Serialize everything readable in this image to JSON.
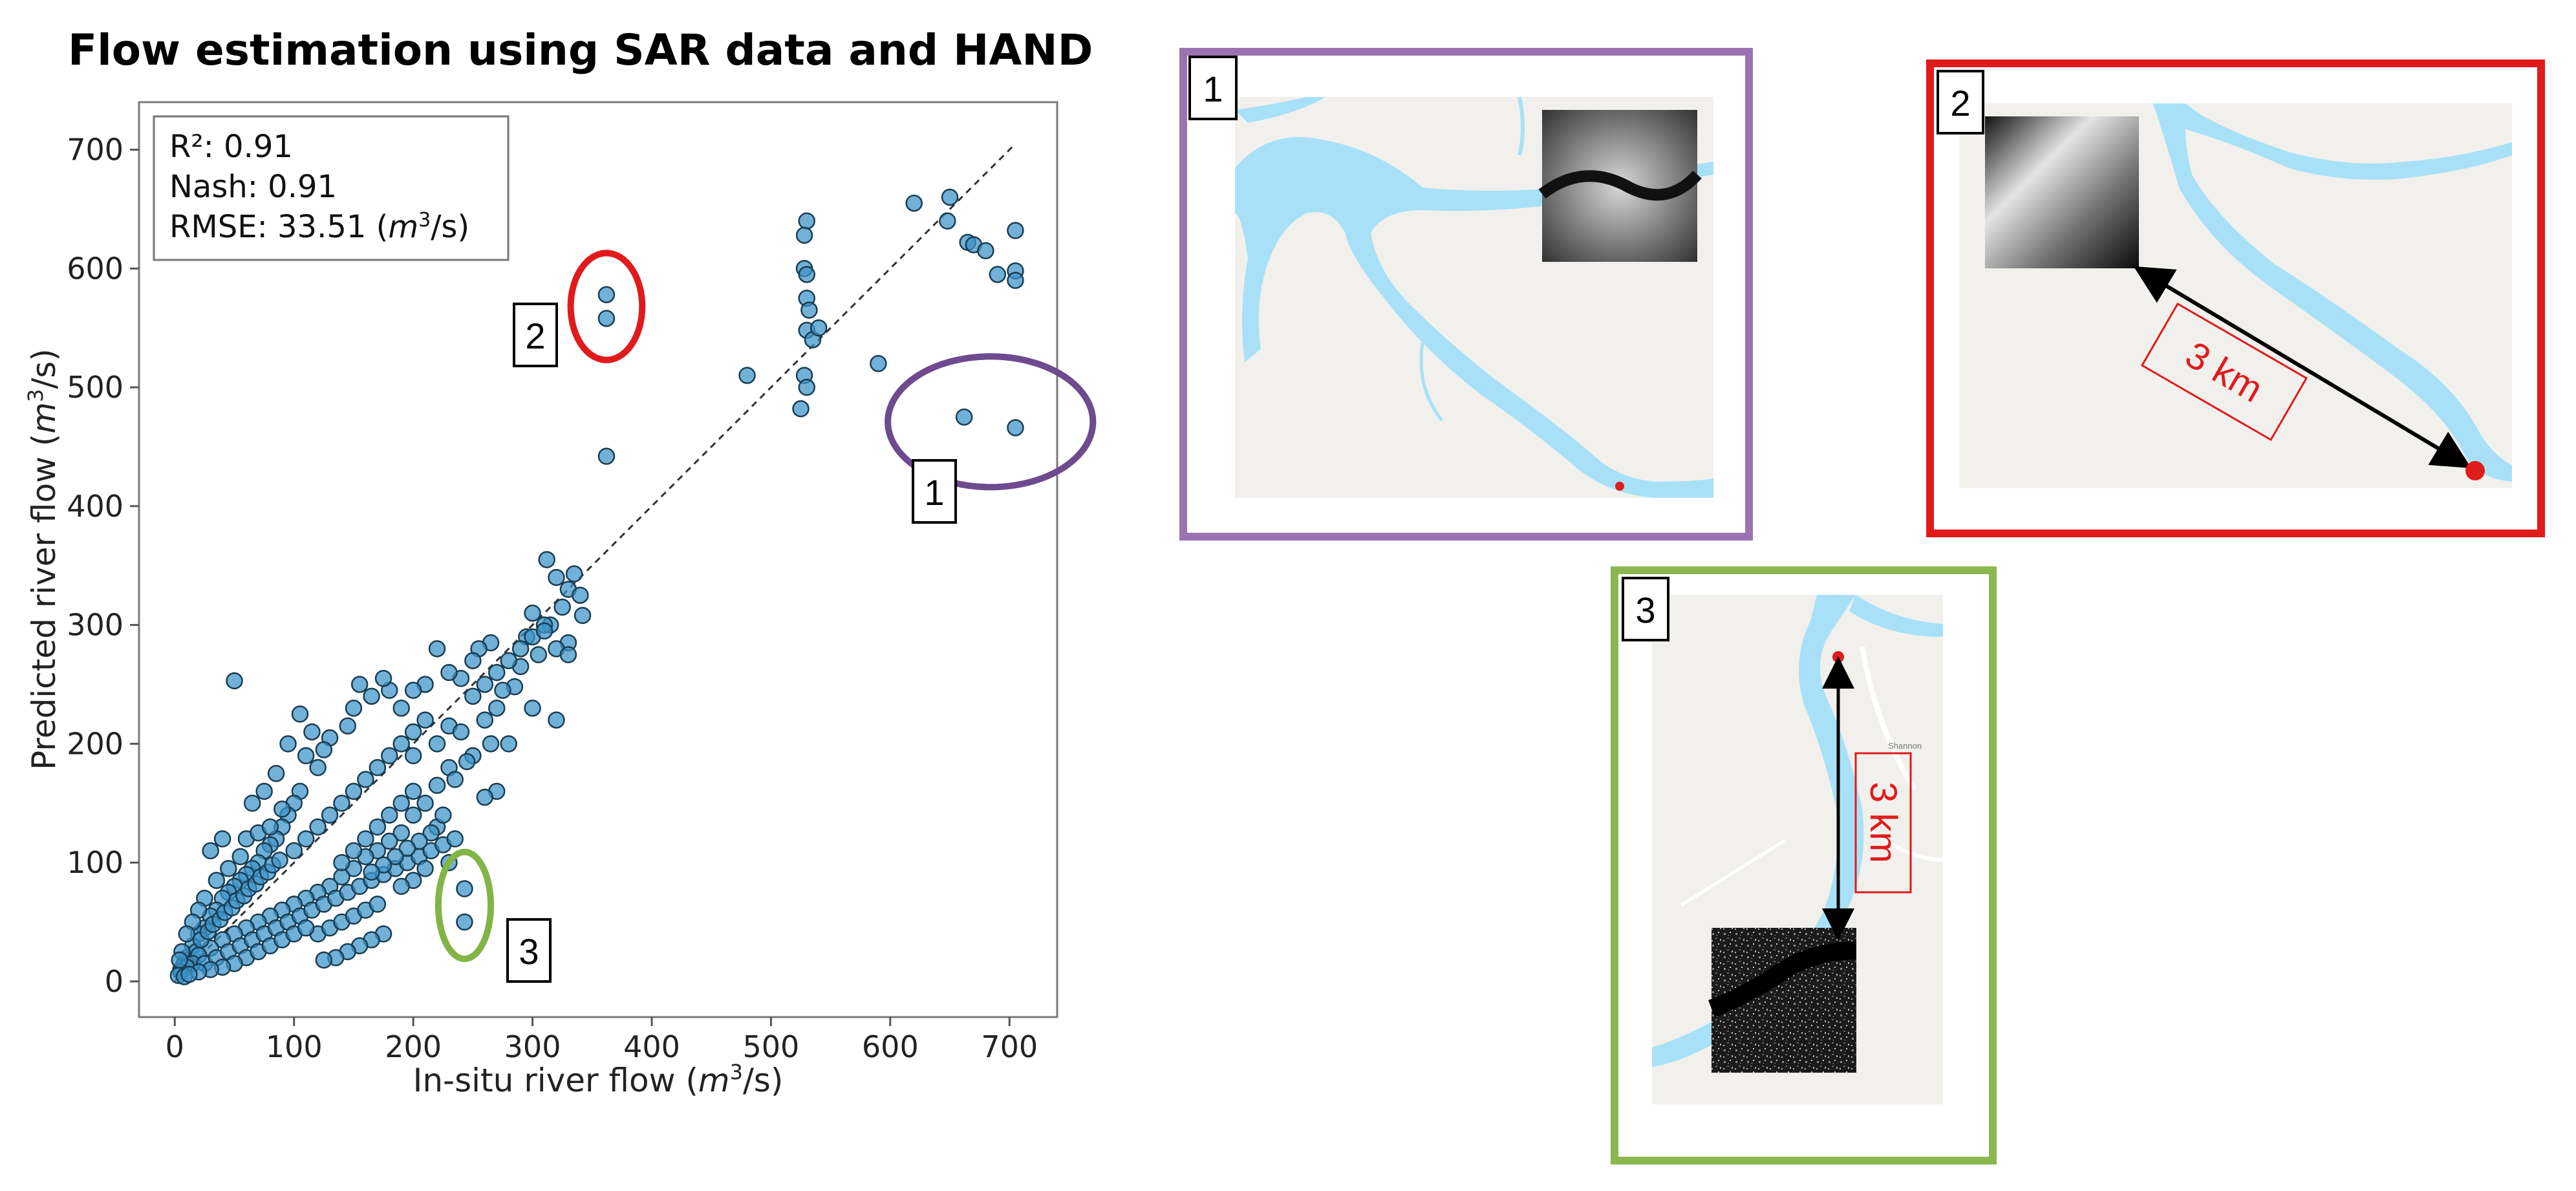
{
  "chart_data": {
    "type": "scatter",
    "title": "Flow estimation using SAR data and HAND",
    "xlabel": "In-situ river flow",
    "ylabel": "Predicted river flow",
    "unit_base": "m",
    "unit_exp": "3",
    "unit_tail": "/s)",
    "xlim": [
      -30,
      740
    ],
    "ylim": [
      -30,
      740
    ],
    "xticks": [
      0,
      100,
      200,
      300,
      400,
      500,
      600,
      700
    ],
    "yticks": [
      0,
      100,
      200,
      300,
      400,
      500,
      600,
      700
    ],
    "grid": false,
    "identity_line": [
      [
        0,
        0
      ],
      [
        705,
        705
      ]
    ],
    "stats": {
      "r2": "R²: 0.91",
      "nash": "Nash: 0.91",
      "rmse_prefix": "RMSE: 33.51 (",
      "rmse_unit": "m",
      "rmse_exp": "3",
      "rmse_suffix": "/s)"
    },
    "colors": {
      "point_fill": "#3b93c7",
      "point_stroke": "#1a3d52",
      "ring_1": "#6e4a8e",
      "ring_2": "#e01b1b",
      "ring_3": "#82b446"
    },
    "points": [
      [
        530,
        640
      ],
      [
        528,
        628
      ],
      [
        650,
        660
      ],
      [
        620,
        655
      ],
      [
        665,
        622
      ],
      [
        670,
        620
      ],
      [
        680,
        615
      ],
      [
        690,
        595
      ],
      [
        705,
        632
      ],
      [
        705,
        598
      ],
      [
        705,
        590
      ],
      [
        528,
        600
      ],
      [
        530,
        595
      ],
      [
        530,
        575
      ],
      [
        532,
        565
      ],
      [
        530,
        548
      ],
      [
        535,
        540
      ],
      [
        540,
        550
      ],
      [
        528,
        510
      ],
      [
        530,
        500
      ],
      [
        480,
        510
      ],
      [
        525,
        482
      ],
      [
        590,
        520
      ],
      [
        648,
        640
      ],
      [
        662,
        475
      ],
      [
        705,
        466
      ],
      [
        362,
        578
      ],
      [
        362,
        558
      ],
      [
        362,
        442
      ],
      [
        243,
        78
      ],
      [
        243,
        50
      ],
      [
        312,
        355
      ],
      [
        320,
        340
      ],
      [
        335,
        343
      ],
      [
        330,
        330
      ],
      [
        340,
        325
      ],
      [
        325,
        315
      ],
      [
        315,
        300
      ],
      [
        342,
        308
      ],
      [
        330,
        285
      ],
      [
        320,
        280
      ],
      [
        300,
        310
      ],
      [
        295,
        290
      ],
      [
        310,
        300
      ],
      [
        305,
        275
      ],
      [
        290,
        265
      ],
      [
        285,
        248
      ],
      [
        275,
        245
      ],
      [
        265,
        285
      ],
      [
        255,
        280
      ],
      [
        250,
        270
      ],
      [
        240,
        255
      ],
      [
        230,
        260
      ],
      [
        220,
        280
      ],
      [
        210,
        250
      ],
      [
        200,
        245
      ],
      [
        270,
        230
      ],
      [
        330,
        275
      ],
      [
        320,
        220
      ],
      [
        300,
        230
      ],
      [
        260,
        220
      ],
      [
        230,
        215
      ],
      [
        220,
        200
      ],
      [
        200,
        190
      ],
      [
        190,
        230
      ],
      [
        180,
        245
      ],
      [
        175,
        255
      ],
      [
        165,
        240
      ],
      [
        155,
        250
      ],
      [
        150,
        230
      ],
      [
        145,
        215
      ],
      [
        130,
        205
      ],
      [
        120,
        180
      ],
      [
        110,
        190
      ],
      [
        105,
        160
      ],
      [
        100,
        150
      ],
      [
        95,
        140
      ],
      [
        90,
        130
      ],
      [
        85,
        120
      ],
      [
        80,
        115
      ],
      [
        75,
        110
      ],
      [
        70,
        100
      ],
      [
        65,
        95
      ],
      [
        60,
        90
      ],
      [
        55,
        85
      ],
      [
        50,
        80
      ],
      [
        45,
        75
      ],
      [
        40,
        70
      ],
      [
        35,
        60
      ],
      [
        30,
        55
      ],
      [
        25,
        45
      ],
      [
        20,
        40
      ],
      [
        15,
        30
      ],
      [
        10,
        20
      ],
      [
        5,
        10
      ],
      [
        8,
        15
      ],
      [
        12,
        18
      ],
      [
        18,
        25
      ],
      [
        50,
        253
      ],
      [
        280,
        200
      ],
      [
        270,
        160
      ],
      [
        260,
        155
      ],
      [
        250,
        190
      ],
      [
        240,
        210
      ],
      [
        230,
        180
      ],
      [
        220,
        165
      ],
      [
        210,
        150
      ],
      [
        200,
        140
      ],
      [
        190,
        125
      ],
      [
        180,
        118
      ],
      [
        170,
        110
      ],
      [
        160,
        105
      ],
      [
        150,
        95
      ],
      [
        140,
        88
      ],
      [
        130,
        80
      ],
      [
        120,
        75
      ],
      [
        110,
        70
      ],
      [
        100,
        65
      ],
      [
        90,
        60
      ],
      [
        80,
        55
      ],
      [
        70,
        50
      ],
      [
        60,
        45
      ],
      [
        50,
        40
      ],
      [
        40,
        35
      ],
      [
        30,
        28
      ],
      [
        20,
        22
      ],
      [
        15,
        15
      ],
      [
        10,
        12
      ],
      [
        5,
        8
      ],
      [
        3,
        5
      ],
      [
        25,
        15
      ],
      [
        35,
        20
      ],
      [
        45,
        25
      ],
      [
        55,
        30
      ],
      [
        65,
        35
      ],
      [
        75,
        40
      ],
      [
        85,
        45
      ],
      [
        95,
        50
      ],
      [
        105,
        55
      ],
      [
        115,
        60
      ],
      [
        125,
        65
      ],
      [
        135,
        70
      ],
      [
        145,
        75
      ],
      [
        155,
        80
      ],
      [
        165,
        85
      ],
      [
        175,
        90
      ],
      [
        185,
        95
      ],
      [
        195,
        100
      ],
      [
        205,
        105
      ],
      [
        215,
        110
      ],
      [
        225,
        115
      ],
      [
        235,
        120
      ],
      [
        100,
        110
      ],
      [
        110,
        120
      ],
      [
        120,
        130
      ],
      [
        130,
        140
      ],
      [
        140,
        150
      ],
      [
        150,
        160
      ],
      [
        160,
        170
      ],
      [
        170,
        180
      ],
      [
        180,
        190
      ],
      [
        190,
        200
      ],
      [
        200,
        210
      ],
      [
        210,
        220
      ],
      [
        60,
        120
      ],
      [
        70,
        125
      ],
      [
        80,
        130
      ],
      [
        90,
        145
      ],
      [
        55,
        105
      ],
      [
        45,
        95
      ],
      [
        35,
        85
      ],
      [
        25,
        70
      ],
      [
        30,
        110
      ],
      [
        40,
        120
      ],
      [
        20,
        60
      ],
      [
        15,
        50
      ],
      [
        10,
        40
      ],
      [
        140,
        100
      ],
      [
        150,
        110
      ],
      [
        160,
        120
      ],
      [
        170,
        130
      ],
      [
        180,
        140
      ],
      [
        190,
        150
      ],
      [
        200,
        160
      ],
      [
        220,
        130
      ],
      [
        230,
        100
      ],
      [
        210,
        95
      ],
      [
        200,
        85
      ],
      [
        190,
        80
      ],
      [
        120,
        40
      ],
      [
        130,
        45
      ],
      [
        140,
        50
      ],
      [
        150,
        55
      ],
      [
        160,
        60
      ],
      [
        170,
        65
      ],
      [
        175,
        40
      ],
      [
        165,
        35
      ],
      [
        155,
        30
      ],
      [
        145,
        25
      ],
      [
        135,
        20
      ],
      [
        125,
        18
      ],
      [
        60,
        20
      ],
      [
        70,
        25
      ],
      [
        80,
        30
      ],
      [
        90,
        35
      ],
      [
        100,
        40
      ],
      [
        110,
        45
      ],
      [
        50,
        15
      ],
      [
        40,
        12
      ],
      [
        30,
        10
      ],
      [
        20,
        8
      ],
      [
        8,
        4
      ],
      [
        12,
        6
      ],
      [
        6,
        25
      ],
      [
        4,
        18
      ],
      [
        95,
        200
      ],
      [
        105,
        225
      ],
      [
        115,
        210
      ],
      [
        125,
        195
      ],
      [
        85,
        175
      ],
      [
        75,
        160
      ],
      [
        65,
        150
      ],
      [
        250,
        240
      ],
      [
        260,
        250
      ],
      [
        270,
        260
      ],
      [
        280,
        270
      ],
      [
        290,
        280
      ],
      [
        300,
        290
      ],
      [
        310,
        295
      ],
      [
        265,
        200
      ],
      [
        245,
        185
      ],
      [
        235,
        170
      ],
      [
        225,
        140
      ],
      [
        215,
        125
      ],
      [
        205,
        118
      ],
      [
        195,
        112
      ],
      [
        185,
        105
      ],
      [
        175,
        98
      ],
      [
        165,
        92
      ],
      [
        22,
        35
      ],
      [
        28,
        42
      ],
      [
        32,
        48
      ],
      [
        38,
        52
      ],
      [
        42,
        58
      ],
      [
        48,
        62
      ],
      [
        52,
        68
      ],
      [
        58,
        72
      ],
      [
        62,
        78
      ],
      [
        68,
        82
      ],
      [
        72,
        88
      ],
      [
        78,
        92
      ],
      [
        82,
        98
      ],
      [
        88,
        102
      ]
    ],
    "callouts": [
      {
        "label": "1",
        "ring": "ring_1"
      },
      {
        "label": "2",
        "ring": "ring_2"
      },
      {
        "label": "3",
        "ring": "ring_3"
      }
    ]
  },
  "panels": {
    "p1": {
      "number": "1",
      "border": "#9b73b3"
    },
    "p2": {
      "number": "2",
      "border": "#e01b1b",
      "distance": "3 km"
    },
    "p3": {
      "number": "3",
      "border": "#8ab84f",
      "distance": "3 km",
      "town": "Shannon"
    },
    "water": "#a8e1f7",
    "land": "#f1f0ed",
    "gauge": "#e01b1b"
  }
}
